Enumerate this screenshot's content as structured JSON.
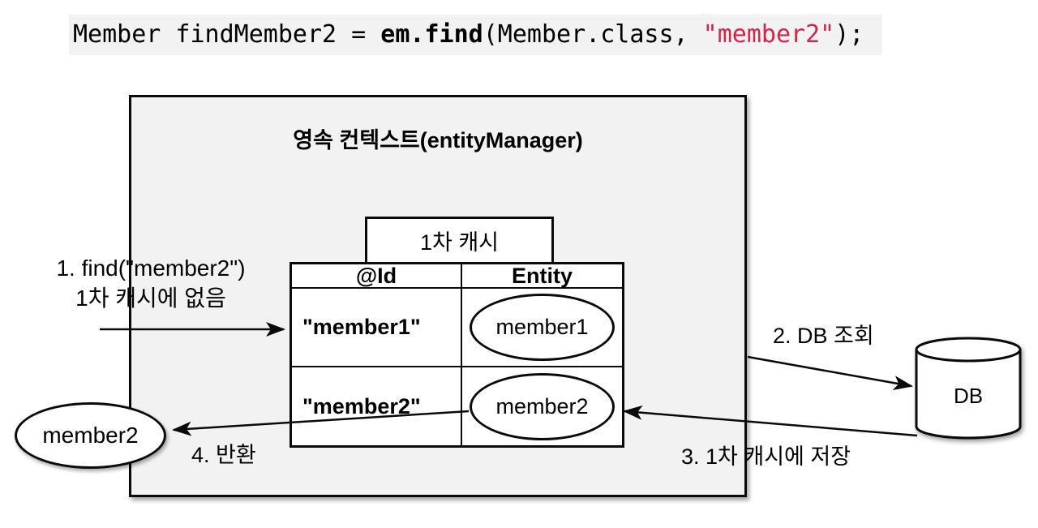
{
  "code_line": {
    "segment_normal_1": "Member findMember2 = ",
    "segment_bold": "em.find",
    "segment_normal_2": "(Member.class, ",
    "segment_string": "\"member2\"",
    "segment_normal_3": ");"
  },
  "persistence_context": {
    "title": "영속 컨텍스트(entityManager)",
    "cache_label": "1차 캐시",
    "table": {
      "headers": [
        "@Id",
        "Entity"
      ],
      "rows": [
        {
          "id": "\"member1\"",
          "entity": "member1"
        },
        {
          "id": "\"member2\"",
          "entity": "member2"
        }
      ]
    }
  },
  "annotations": {
    "step1_line1": "1. find(\"member2\")",
    "step1_line2": "1차 캐시에 없음",
    "step2": "2. DB 조회",
    "step3": "3. 1차 캐시에 저장",
    "step4": "4. 반환"
  },
  "database": {
    "label": "DB"
  },
  "returned_entity": {
    "label": "member2"
  },
  "colors": {
    "code_string_red": "#d62349",
    "context_box_fill": "#f2f2f2",
    "code_background": "#f2f2f2",
    "stroke": "#0a0a0a"
  }
}
